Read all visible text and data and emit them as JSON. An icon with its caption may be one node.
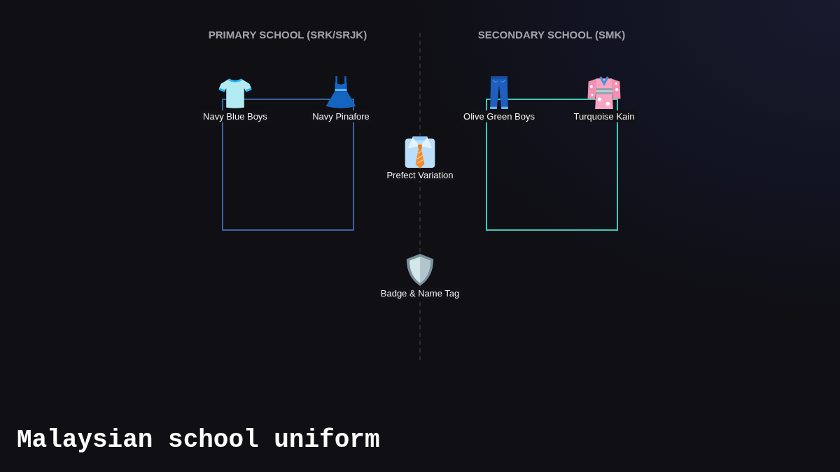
{
  "diagram": {
    "title": "Malaysian school uniform",
    "nodes": [
      {
        "text": [],
        "shape": "box"
      },
      {
        "text": [],
        "shape": "box"
      },
      {
        "text": [
          "Navy Blue Boys"
        ]
      },
      {
        "text": [
          "Navy Pinafore"
        ]
      },
      {
        "text": [
          "Olive Green Boys"
        ]
      },
      {
        "text": [
          "Turquoise Kain"
        ]
      },
      {
        "text": [
          "Prefect Variation"
        ]
      },
      {
        "text": [
          "Badge & Name Tag"
        ]
      }
    ],
    "labels": [
      "PRIMARY SCHOOL (SRK/SRJK)",
      "SECONDARY SCHOOL (SMK)"
    ]
  }
}
